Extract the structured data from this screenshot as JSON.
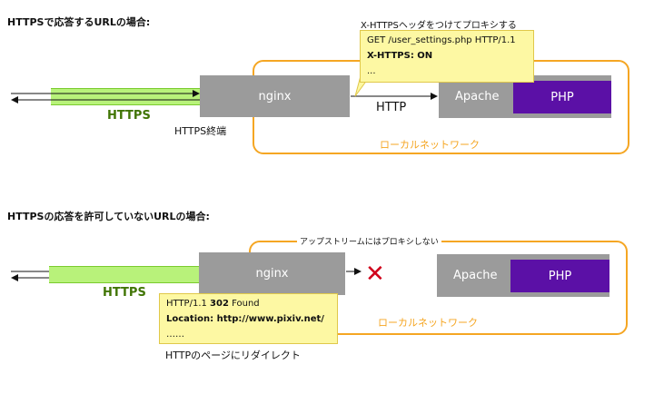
{
  "section1": {
    "heading": "HTTPSで応答するURLの場合:",
    "proxy_note": "X-HTTPSヘッダをつけてプロキシする",
    "callout": {
      "line1": "GET /user_settings.php HTTP/1.1",
      "line2": "X-HTTPS: ON",
      "line3": "..."
    },
    "nginx": "nginx",
    "http_label": "HTTP",
    "apache": "Apache",
    "php": "PHP",
    "https_label": "HTTPS",
    "termination": "HTTPS終端",
    "lan_label": "ローカルネットワーク"
  },
  "section2": {
    "heading": "HTTPSの応答を許可していないURLの場合:",
    "lan_title": "アップストリームにはプロキシしない",
    "nginx": "nginx",
    "apache": "Apache",
    "php": "PHP",
    "https_label": "HTTPS",
    "callout": {
      "line1_prefix": "HTTP/1.1 ",
      "line1_code": "302",
      "line1_suffix": " Found",
      "line2": "Location: http://www.pixiv.net/",
      "line3": "……"
    },
    "lan_label": "ローカルネットワーク",
    "redirect_note": "HTTPのページにリダイレクト"
  },
  "colors": {
    "lan_border": "#f5a623",
    "server_box": "#9b9b9b",
    "php_box": "#5b10a6",
    "https_band": "#b8f27a",
    "https_text": "#417505",
    "callout_bg": "#fdf8a3",
    "cross": "#d0021b"
  },
  "icons": {
    "blocked": "cross-icon"
  }
}
